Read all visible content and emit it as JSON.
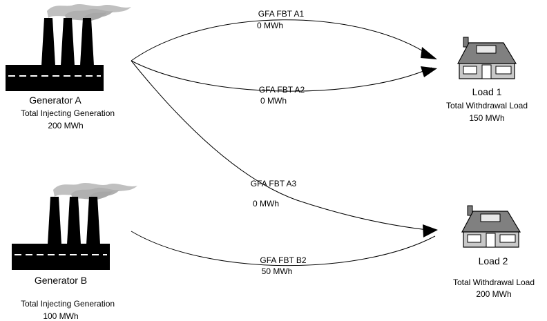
{
  "generators": [
    {
      "name": "Generator A",
      "caption": "Total Injecting Generation",
      "value": "200 MWh"
    },
    {
      "name": "Generator B",
      "caption": "Total Injecting Generation",
      "value": "100 MWh"
    }
  ],
  "loads": [
    {
      "name": "Load 1",
      "caption": "Total Withdrawal Load",
      "value": "150 MWh"
    },
    {
      "name": "Load 2",
      "caption": "Total Withdrawal Load",
      "value": "200 MWh"
    }
  ],
  "flows": [
    {
      "id": "GFA FBT A1",
      "value": "0 MWh"
    },
    {
      "id": "GFA FBT A2",
      "value": "0 MWh"
    },
    {
      "id": "GFA FBT A3",
      "value": "0 MWh"
    },
    {
      "id": "GFA FBT B2",
      "value": "50 MWh"
    }
  ],
  "icons": {
    "generator": "factory-icon",
    "load": "house-icon"
  },
  "colors": {
    "line": "#000000",
    "smoke": "#c0c0c0",
    "factory": "#000000",
    "house_roof": "#808080",
    "house_wall": "#c8c8c8"
  }
}
